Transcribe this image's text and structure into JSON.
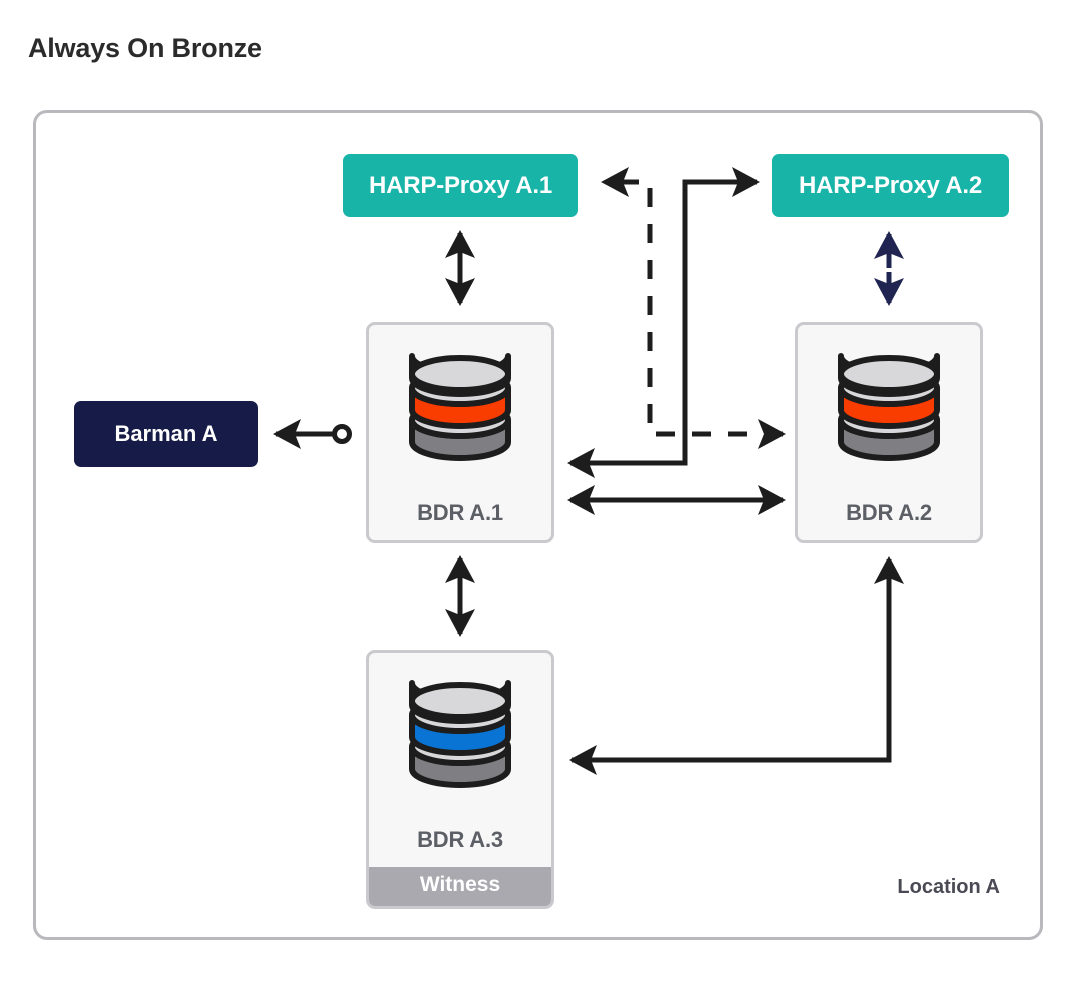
{
  "page": {
    "title": "Always On Bronze"
  },
  "location": {
    "label": "Location A"
  },
  "nodes": {
    "proxy_a1": {
      "label": "HARP-Proxy A.1",
      "icon": "proxy-box-icon",
      "color": "#18b4a8"
    },
    "proxy_a2": {
      "label": "HARP-Proxy A.2",
      "icon": "proxy-box-icon",
      "color": "#18b4a8"
    },
    "barman_a": {
      "label": "Barman A",
      "icon": "backup-box-icon",
      "color": "#161c47"
    },
    "bdr_a1": {
      "label": "BDR A.1",
      "icon": "database-cylinder-icon",
      "band_color": "#f93c00"
    },
    "bdr_a2": {
      "label": "BDR A.2",
      "icon": "database-cylinder-icon",
      "band_color": "#f93c00"
    },
    "bdr_a3": {
      "label": "BDR A.3",
      "icon": "database-cylinder-icon",
      "band_color": "#0a74d4",
      "footer": "Witness"
    }
  },
  "connectors": [
    {
      "name": "proxy-a1-to-bdr-a1",
      "style": "solid",
      "arrows": "both",
      "color": "#1d1d1d"
    },
    {
      "name": "proxy-a2-to-bdr-a2",
      "style": "solid",
      "arrows": "both",
      "color": "#1f2450"
    },
    {
      "name": "bdr-a1-to-bdr-a3",
      "style": "solid",
      "arrows": "both",
      "color": "#1d1d1d"
    },
    {
      "name": "bdr-a1-to-bdr-a2",
      "style": "solid",
      "arrows": "both",
      "color": "#1d1d1d"
    },
    {
      "name": "bdr-a1-to-barman-a",
      "style": "solid",
      "arrows": "start",
      "endpoint": "open-circle",
      "color": "#1d1d1d"
    },
    {
      "name": "bdr-a2-to-proxy-a1",
      "style": "dashed",
      "arrows": "both",
      "color": "#1d1d1d"
    },
    {
      "name": "bdr-a1-to-proxy-a2",
      "style": "solid",
      "arrows": "both",
      "color": "#1d1d1d"
    },
    {
      "name": "bdr-a2-to-bdr-a3",
      "style": "solid",
      "arrows": "both",
      "color": "#1d1d1d"
    }
  ],
  "palette": {
    "frame_border": "#b9b9bd",
    "node_fill": "#f7f7f7",
    "node_border": "#c9c9ce",
    "witness_bar": "#a9a9af",
    "label_text": "#5c6066",
    "teal": "#18b4a8",
    "navy": "#161c47",
    "red_band": "#f93c00",
    "blue_band": "#0a74d4"
  }
}
